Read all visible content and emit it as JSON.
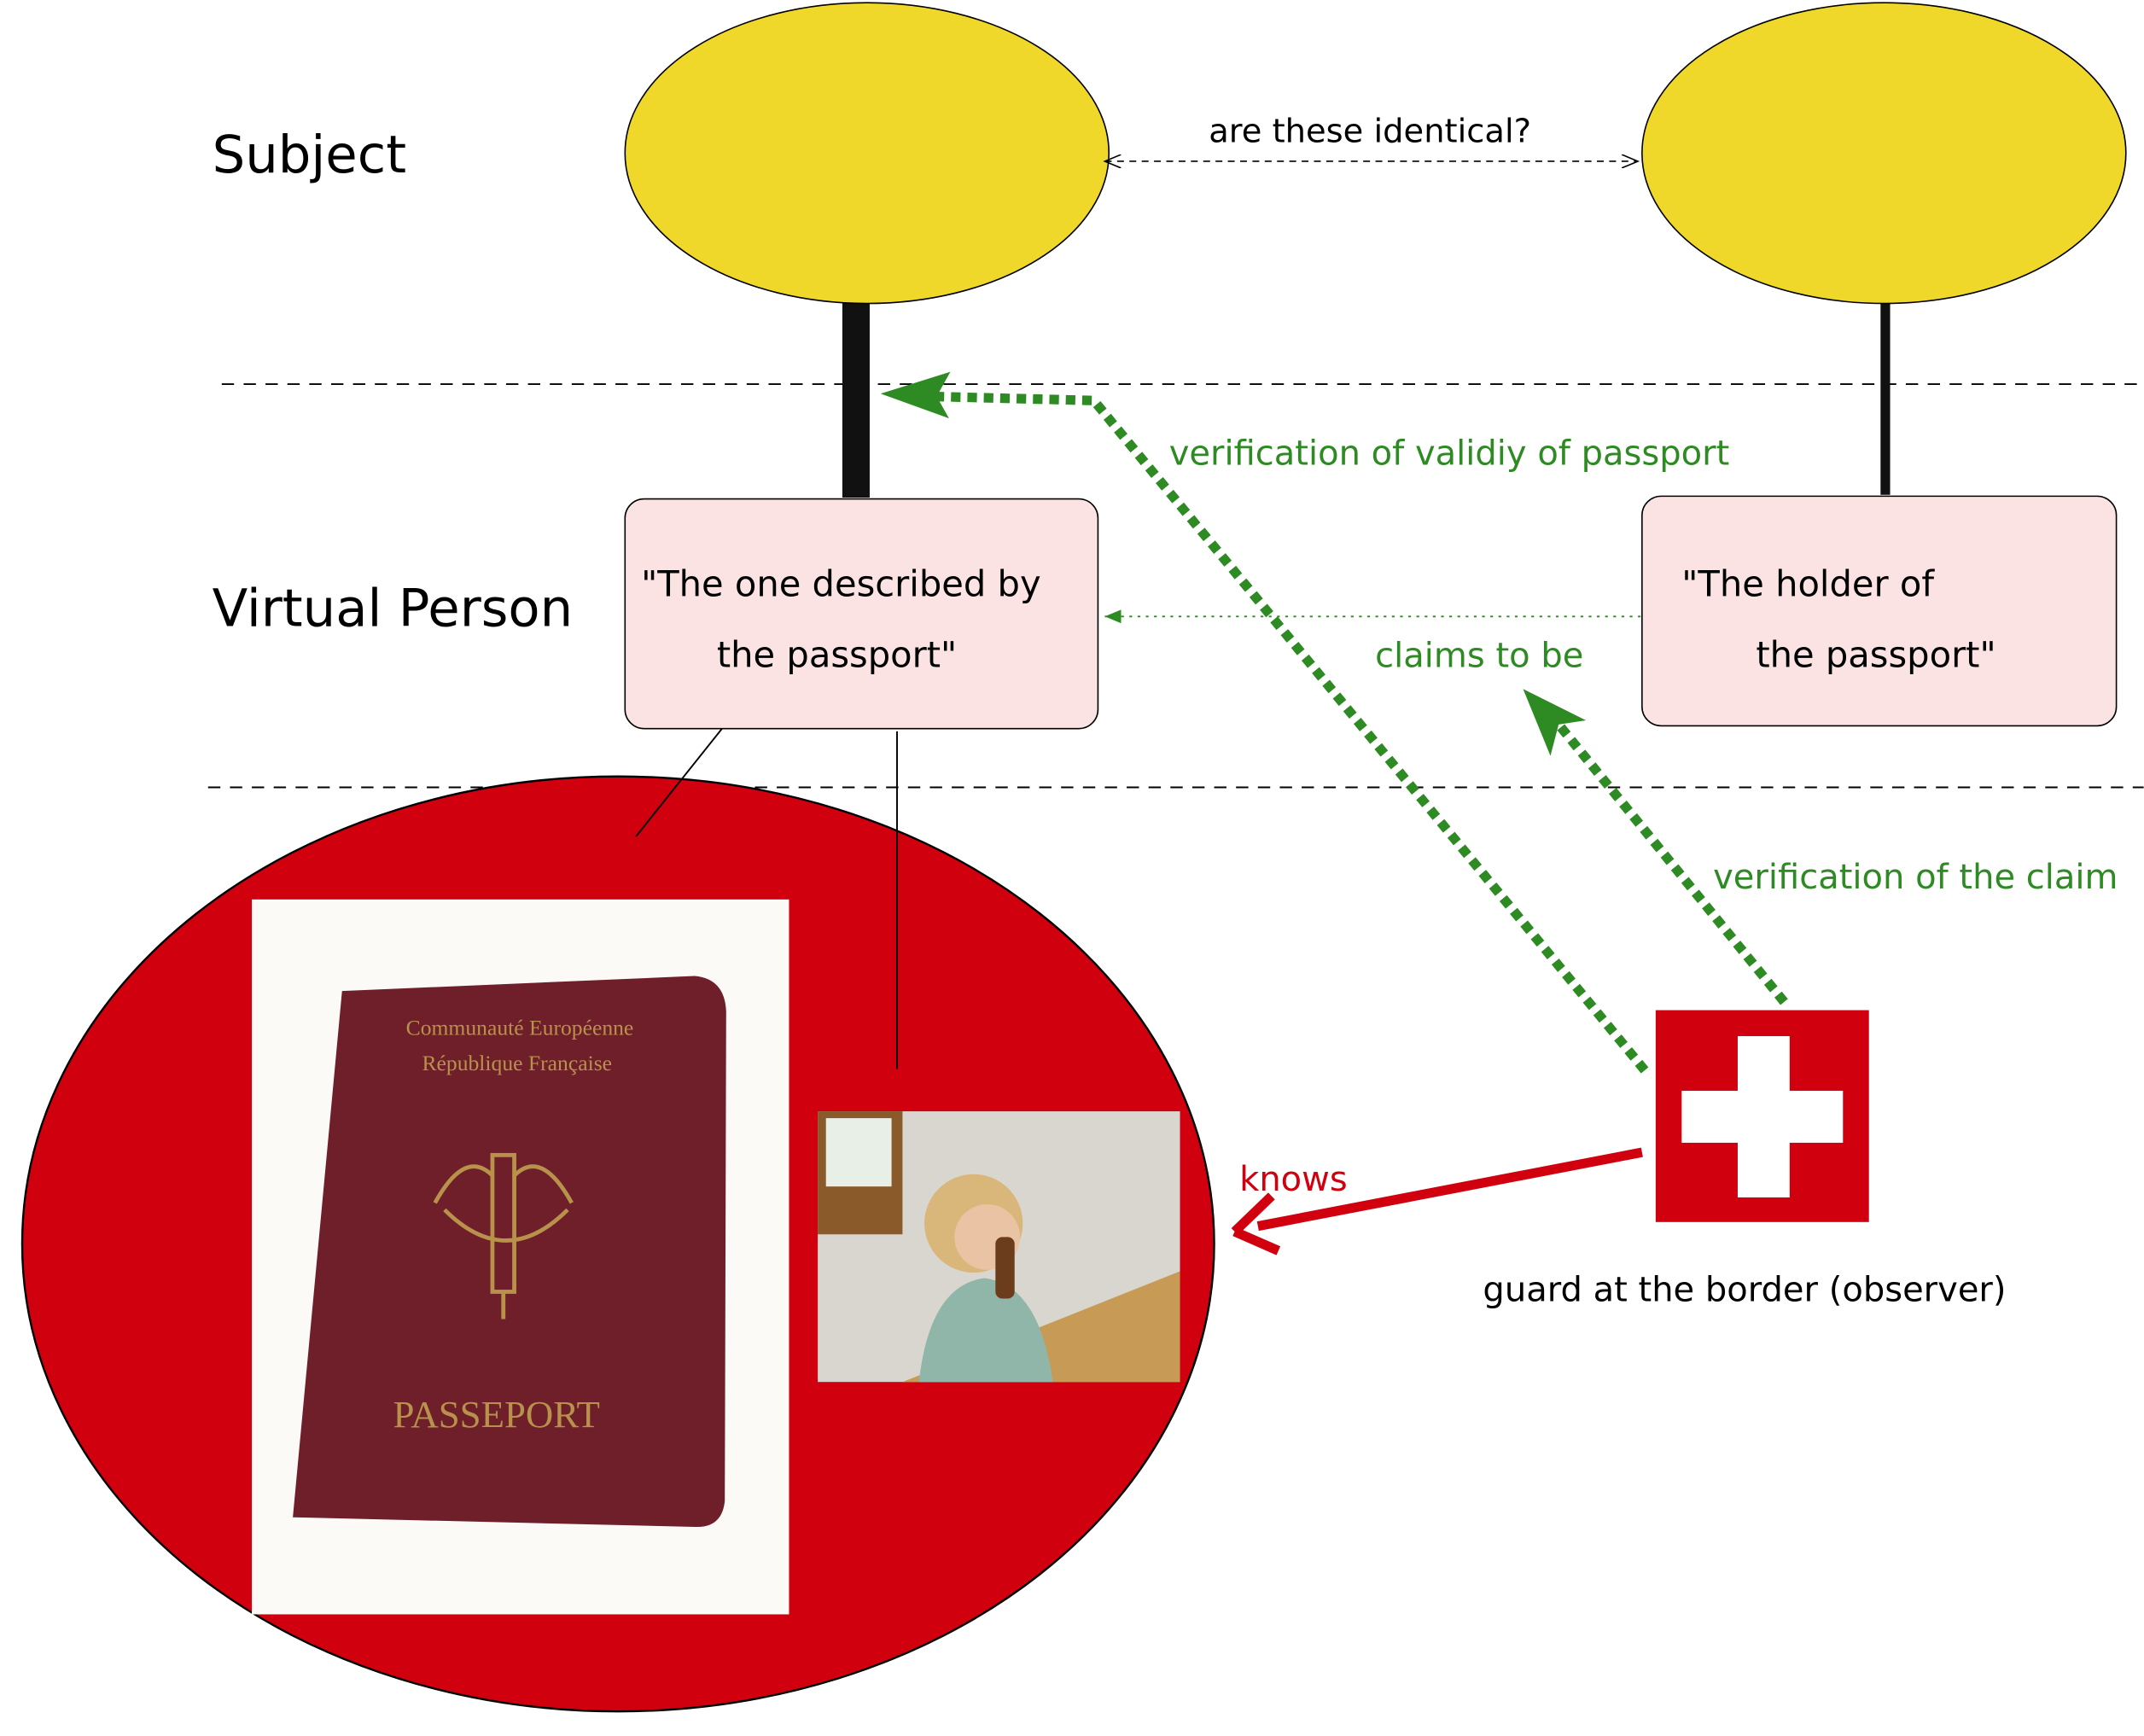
{
  "rows": {
    "subject_label": "Subject",
    "virtual_person_label": "Virtual Person"
  },
  "identity_question": "are these identical?",
  "boxes": {
    "passport_described": {
      "line1": "\"The one described by",
      "line2": "the passport\""
    },
    "passport_holder": {
      "line1": "\"The holder of",
      "line2": "the passport\""
    }
  },
  "relations": {
    "claims": "claims to be",
    "verify_passport": "verification of validiy of passport",
    "verify_claim": "verification of the claim",
    "knows": "knows"
  },
  "observer_label": "guard at the border (observer)",
  "passport_photo": {
    "line1": "Communauté Européenne",
    "line2": "République Française",
    "title": "PASSEPORT"
  },
  "colors": {
    "subject": "#f0d82a",
    "virtual": "#fbe3e3",
    "identifier": "#d0000f",
    "verify": "#2e8a22",
    "passport": "#6e1f2a"
  }
}
